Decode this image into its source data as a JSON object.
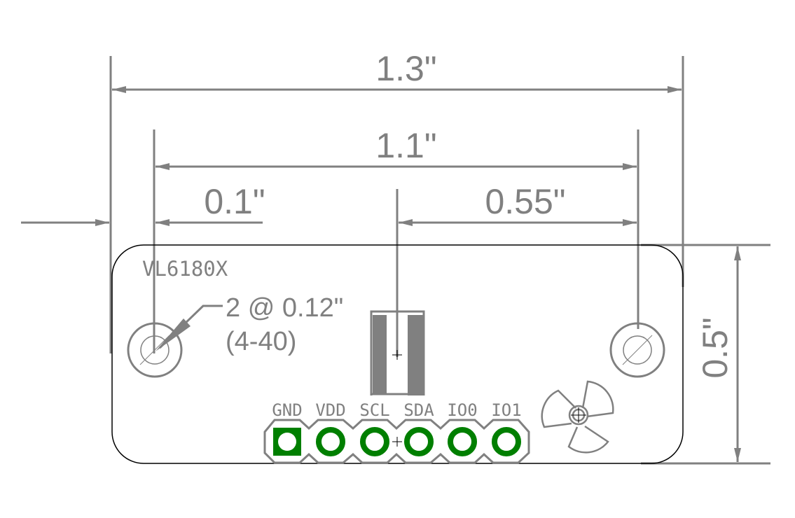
{
  "dimensions": {
    "overall_width": "1.3\"",
    "hole_spacing": "1.1\"",
    "hole_offset": "0.1\"",
    "sensor_offset": "0.55\"",
    "height": "0.5\""
  },
  "holes_note": {
    "line1": "2 @ 0.12\"",
    "line2": "(4-40)"
  },
  "board_label": "VL6180X",
  "pins": [
    "GND",
    "VDD",
    "SCL",
    "SDA",
    "IO0",
    "IO1"
  ],
  "colors": {
    "dimension": "#808080",
    "pad": "#007f00",
    "outline": "#000000"
  }
}
